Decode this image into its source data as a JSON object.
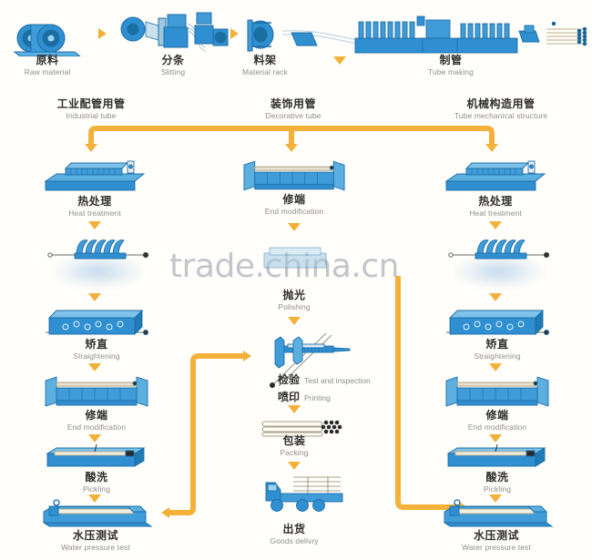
{
  "watermark": "trade.china.cn",
  "colors": {
    "orange": "#f3b13a",
    "orange_dark": "#e8a22c",
    "blue": "#2f8fd0",
    "blue_dark": "#1f6ea8",
    "blue_light": "#7dc2e8",
    "text": "#2f2f2f",
    "text_muted": "#8e8e8e",
    "background": "#fffefb"
  },
  "top_row": {
    "steps": [
      {
        "cn": "原料",
        "en": "Raw material",
        "icon": "steel-coils-icon"
      },
      {
        "cn": "分条",
        "en": "Slitting",
        "icon": "slitting-line-icon"
      },
      {
        "cn": "料架",
        "en": "Material rack",
        "icon": "material-rack-icon"
      },
      {
        "cn": "制管",
        "en": "Tube making",
        "icon": "tube-mill-icon"
      }
    ],
    "connectors": [
      {
        "type": "arrow-right",
        "after": "原料"
      },
      {
        "type": "arrow-right",
        "after": "分条"
      },
      {
        "type": "arrow-down",
        "after": "料架"
      }
    ]
  },
  "branches": [
    {
      "cn": "工业配管用管",
      "en": "Industrial tube"
    },
    {
      "cn": "装饰用管",
      "en": "Decorative tube"
    },
    {
      "cn": "机械构造用管",
      "en": "Tube mechanical structure"
    }
  ],
  "columns": {
    "industrial": [
      {
        "cn": "热处理",
        "en": "Heat treatment",
        "icon": "heat-treatment-furnace-icon"
      },
      {
        "cn": "",
        "en": "",
        "icon": "quenching-rolls-icon"
      },
      {
        "cn": "矫直",
        "en": "Straightening",
        "icon": "straightening-machine-icon"
      },
      {
        "cn": "修端",
        "en": "End modification",
        "icon": "end-modification-machine-icon"
      },
      {
        "cn": "酸洗",
        "en": "Pickling",
        "icon": "pickling-tank-icon"
      },
      {
        "cn": "水压测试",
        "en": "Water pressure test",
        "icon": "water-pressure-test-icon"
      }
    ],
    "decorative": [
      {
        "cn": "修端",
        "en": "End modification",
        "icon": "end-modification-machine-icon"
      },
      {
        "cn": "抛光",
        "en": "Polishing",
        "icon": "polishing-machine-icon"
      },
      {
        "cn": "检验",
        "en": "Test and inspection",
        "cn2": "喷印",
        "en2": "Printing",
        "icon": "caliper-inspection-icon"
      },
      {
        "cn": "包装",
        "en": "Packing",
        "icon": "tube-bundle-icon"
      },
      {
        "cn": "出货",
        "en": "Goods delivry",
        "icon": "delivery-truck-icon"
      }
    ],
    "mechanical": [
      {
        "cn": "热处理",
        "en": "Heat treatment",
        "icon": "heat-treatment-furnace-icon"
      },
      {
        "cn": "",
        "en": "",
        "icon": "quenching-rolls-icon"
      },
      {
        "cn": "矫直",
        "en": "Straightening",
        "icon": "straightening-machine-icon"
      },
      {
        "cn": "修端",
        "en": "End modification",
        "icon": "end-modification-machine-icon"
      },
      {
        "cn": "酸洗",
        "en": "Pickling",
        "icon": "pickling-tank-icon"
      },
      {
        "cn": "水压测试",
        "en": "Water pressure test",
        "icon": "water-pressure-test-icon"
      }
    ]
  }
}
